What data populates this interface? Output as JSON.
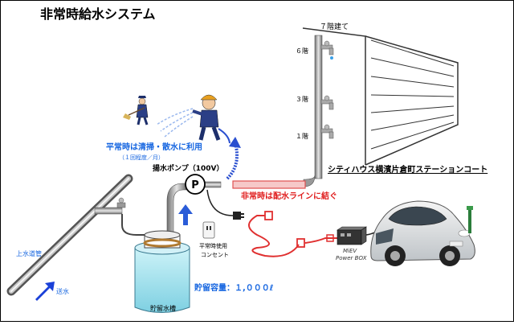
{
  "title": "非常時給水システム",
  "labels": {
    "building_height": "７階建て",
    "floor_6": "６階",
    "floor_3": "３階",
    "floor_1": "１階",
    "building_name": "シティハウス横濱片倉町ステーションコート",
    "normal_use": "平常時は清掃・散水に利用",
    "normal_use_freq": "（１回程度／月）",
    "pump": "揚水ポンプ（100V）",
    "pump_symbol": "P",
    "emergency_line": "非常時は配水ラインに結ぐ",
    "normal_outlet_line1": "平常時使用",
    "normal_outlet_line2": "コンセント",
    "supply_pipe": "上水道管",
    "water_send": "送水",
    "capacity": "貯留容量：１,０００ℓ",
    "tank": "貯留水槽",
    "power_box_line1": "MiEV",
    "power_box_line2": "Power BOX"
  },
  "colors": {
    "title": "#000000",
    "blue_text": "#1565e0",
    "red_text": "#e02020",
    "pipe": "#9a9a9a",
    "cord": "#e03030",
    "water": "#aee6f0",
    "hose": "#2a4fd0"
  }
}
